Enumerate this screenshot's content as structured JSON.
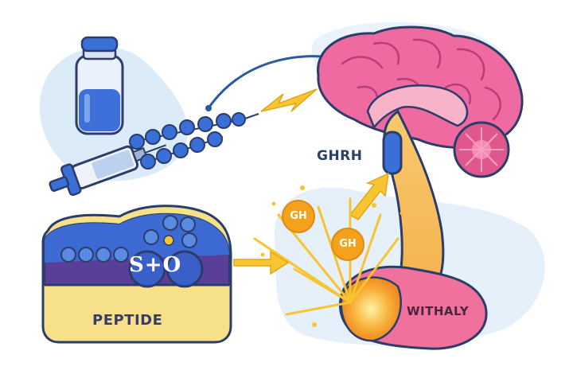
{
  "labels": {
    "ghrh": "GHRH",
    "gh_1": "GH",
    "gh_2": "GH",
    "peptide": "PEPTIDE",
    "molecule": "S+O",
    "pituitary": "WITHALY"
  },
  "icons": {
    "vial": "vial-icon",
    "syringe": "syringe-icon",
    "brain": "brain-icon",
    "lightning": "lightning-icon",
    "arrow": "arrow-icon"
  },
  "colors": {
    "background_blob": "#dcebf8",
    "bead_blue": "#3a6fd8",
    "brain_pink": "#ef6aa0",
    "gh_orange": "#f4a11d",
    "arrow_yellow": "#f7c531",
    "peptide_purple": "#5a3f9a",
    "peptide_yellow": "#f7e08a",
    "pituitary_pink": "#f0729c"
  }
}
